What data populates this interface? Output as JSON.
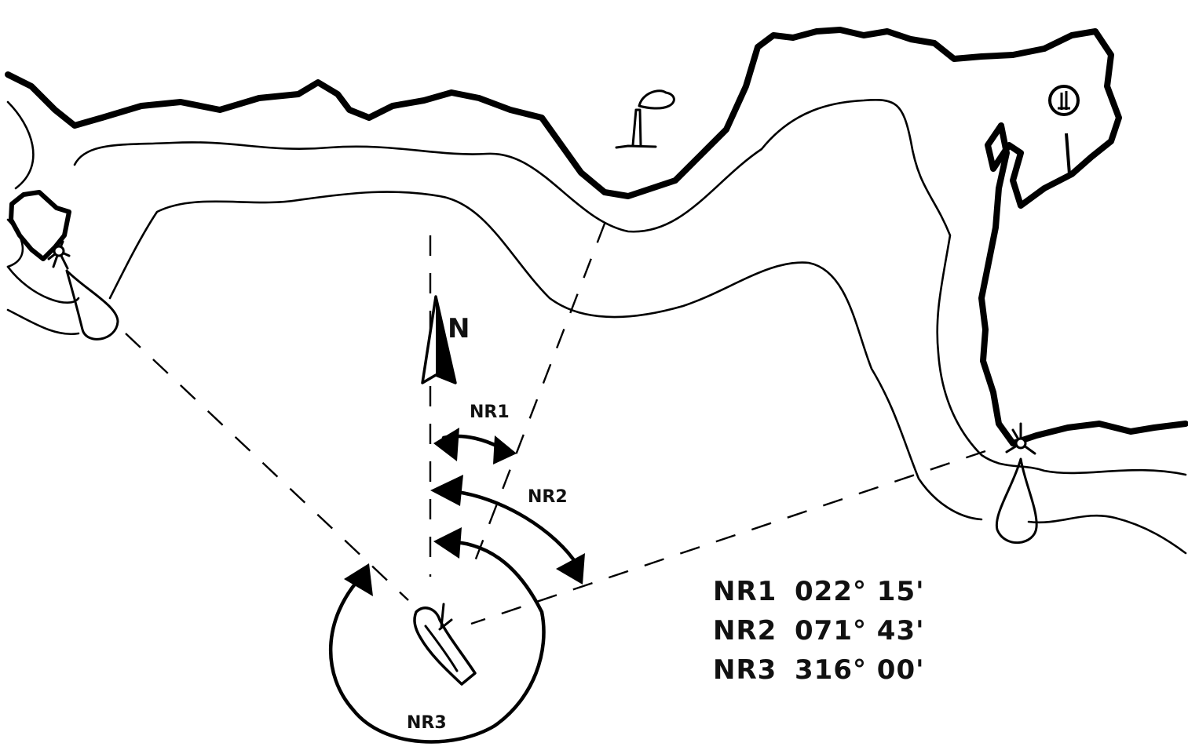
{
  "north_label": "N",
  "labels": {
    "nr1": "NR1",
    "nr2": "NR2",
    "nr3": "NR3"
  },
  "bearings": [
    {
      "name": "NR1",
      "value": "022° 15'"
    },
    {
      "name": "NR2",
      "value": "071° 43'"
    },
    {
      "name": "NR3",
      "value": "316° 00'"
    }
  ],
  "icons": [
    "lighthouse-icon",
    "factory-chimney-icon",
    "tower-icon",
    "boat-icon",
    "north-arrow-icon"
  ]
}
